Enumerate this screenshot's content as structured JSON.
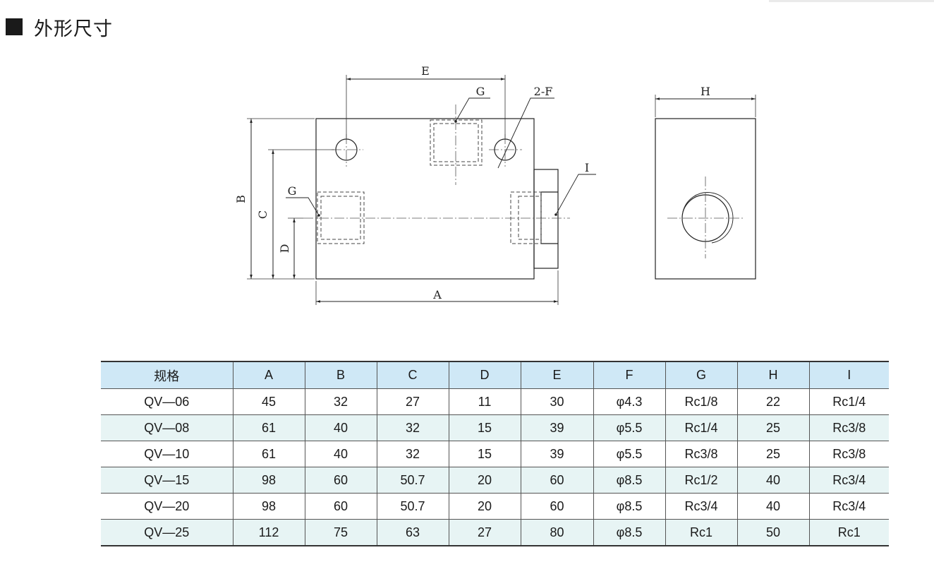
{
  "section": {
    "marker": "■",
    "title": "外形尺寸"
  },
  "drawing": {
    "labels": {
      "A": "A",
      "B": "B",
      "C": "C",
      "D": "D",
      "E": "E",
      "F": "2-F",
      "G_top": "G",
      "G_left": "G",
      "H": "H",
      "I": "I"
    }
  },
  "table": {
    "headers": [
      "规格",
      "A",
      "B",
      "C",
      "D",
      "E",
      "F",
      "G",
      "H",
      "I"
    ],
    "rows": [
      [
        "QV—06",
        "45",
        "32",
        "27",
        "11",
        "30",
        "φ4.3",
        "Rc1/8",
        "22",
        "Rc1/4"
      ],
      [
        "QV—08",
        "61",
        "40",
        "32",
        "15",
        "39",
        "φ5.5",
        "Rc1/4",
        "25",
        "Rc3/8"
      ],
      [
        "QV—10",
        "61",
        "40",
        "32",
        "15",
        "39",
        "φ5.5",
        "Rc3/8",
        "25",
        "Rc3/8"
      ],
      [
        "QV—15",
        "98",
        "60",
        "50.7",
        "20",
        "60",
        "φ8.5",
        "Rc1/2",
        "40",
        "Rc3/4"
      ],
      [
        "QV—20",
        "98",
        "60",
        "50.7",
        "20",
        "60",
        "φ8.5",
        "Rc3/4",
        "40",
        "Rc3/4"
      ],
      [
        "QV—25",
        "112",
        "75",
        "63",
        "27",
        "80",
        "φ8.5",
        "Rc1",
        "50",
        "Rc1"
      ]
    ]
  }
}
